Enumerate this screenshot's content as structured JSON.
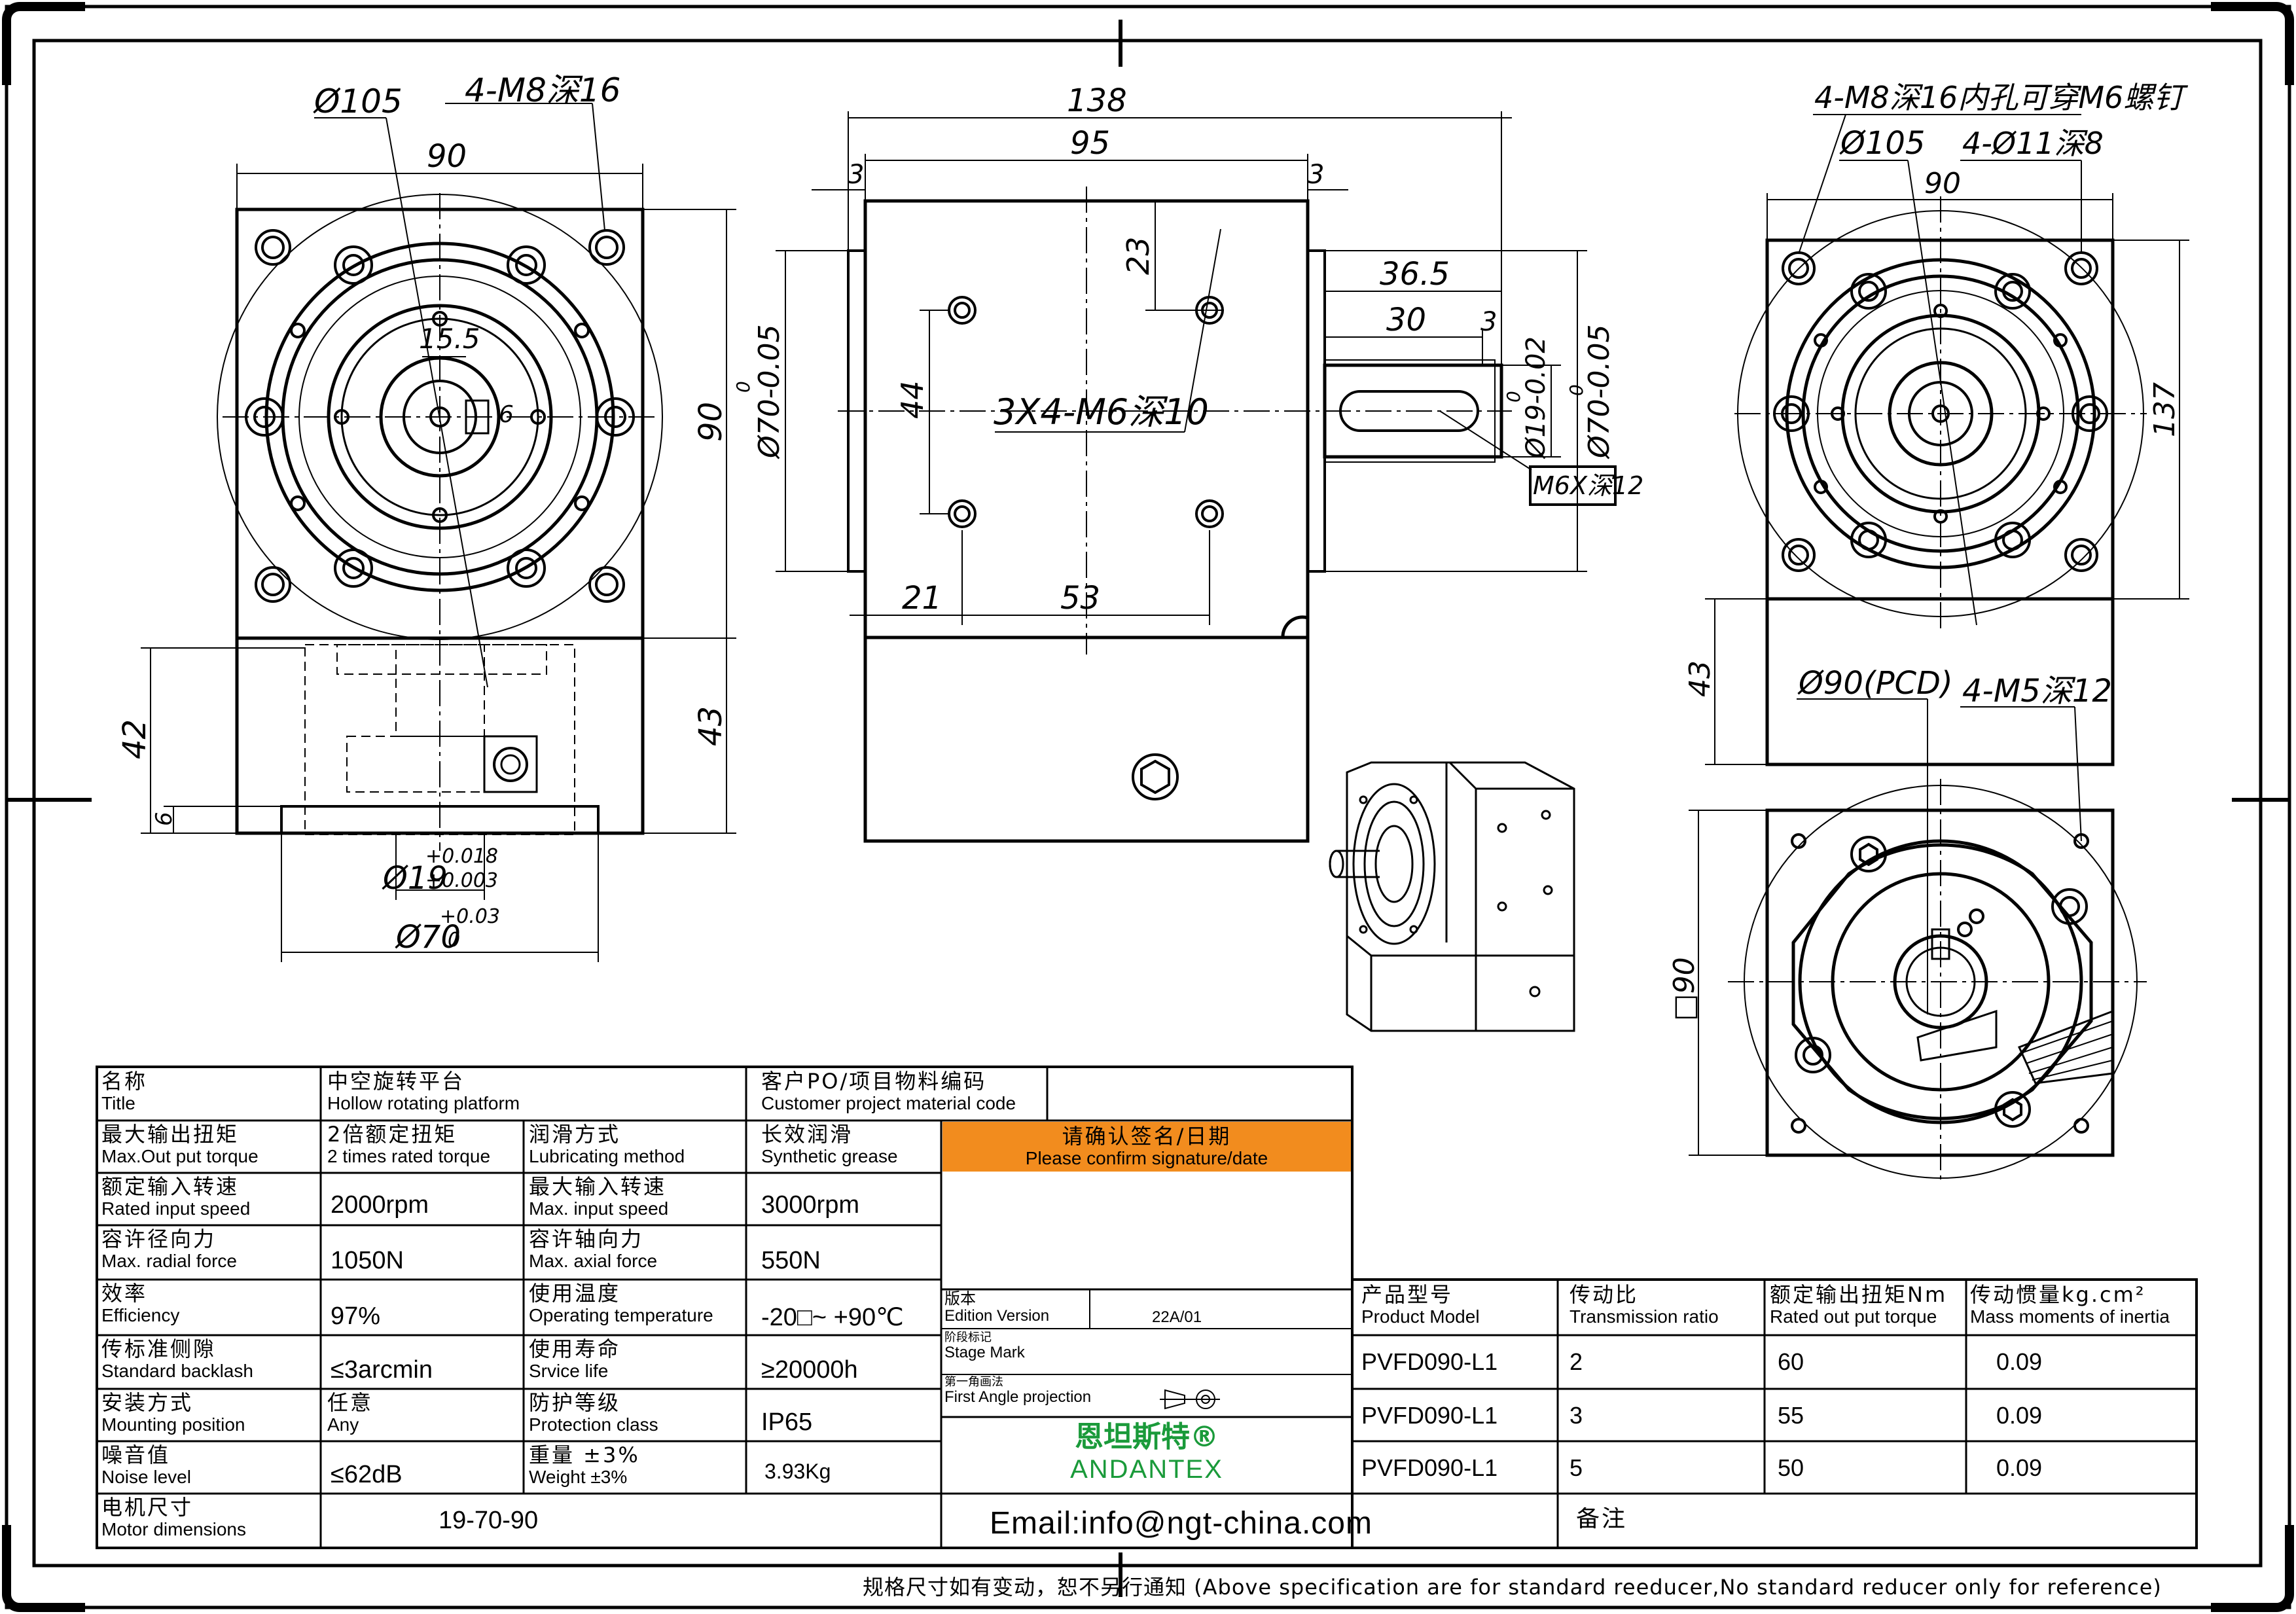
{
  "colors": {
    "confirm_bg": "#f28c1e",
    "logo": "#1a9a3a",
    "line": "#000000"
  },
  "dims": {
    "front": {
      "d105": "Ø105",
      "holes_top": "4-M8深16",
      "w90": "90",
      "w15_5": "15.5",
      "w6": "6",
      "h90": "90",
      "h43": "43",
      "h42": "42",
      "h6": "6",
      "d19": "Ø19",
      "d19_tol_hi": "+0.018",
      "d19_tol_lo": "+0.003",
      "d70": "Ø70",
      "d70_tol_hi": "+0.03",
      "d70_tol_lo": "0"
    },
    "side": {
      "w138": "138",
      "w95": "95",
      "w3a": "3",
      "w3b": "3",
      "h23": "23",
      "h44": "44",
      "holes_side": "3X4-M6深10",
      "w36_5": "36.5",
      "w30": "30",
      "w3c": "3",
      "d70_left": "Ø70-0.05",
      "d70_left_sup": "0",
      "d19_shaft": "Ø19-0.02",
      "d19_shaft_sup": "0",
      "d70_right": "Ø70-0.05",
      "d70_right_sup": "0",
      "key": "M6X深12",
      "w21": "21",
      "w53": "53"
    },
    "right": {
      "top_note": "4-M8深16内孔可穿M6螺钉",
      "d105": "Ø105",
      "holes_11": "4-Ø11深8",
      "w90": "90",
      "h137": "137",
      "h43": "43",
      "pcd": "Ø90(PCD)",
      "m5": "4-M5深12",
      "sq90": "□90"
    }
  },
  "table": {
    "title": {
      "cn": "名称",
      "en": "Title"
    },
    "title_val": {
      "cn": "中空旋转平台",
      "en": "Hollow rotating platform"
    },
    "customer": {
      "cn": "客户PO/项目物料编码",
      "en": "Customer project material code"
    },
    "confirm": {
      "cn": "请确认签名/日期",
      "en": "Please confirm signature/date"
    },
    "torque": {
      "cn": "最大输出扭矩",
      "en": "Max.Out put torque",
      "val_cn": "2倍额定扭矩",
      "val_en": "2 times rated torque"
    },
    "lube": {
      "cn": "润滑方式",
      "en": "Lubricating method",
      "val_cn": "长效润滑",
      "val_en": "Synthetic grease"
    },
    "rated_speed": {
      "cn": "额定输入转速",
      "en": "Rated input speed",
      "val": "2000rpm"
    },
    "max_speed": {
      "cn": "最大输入转速",
      "en": "Max. input speed",
      "val": "3000rpm"
    },
    "radial": {
      "cn": "容许径向力",
      "en": "Max. radial force",
      "val": "1050N"
    },
    "axial": {
      "cn": "容许轴向力",
      "en": "Max. axial force",
      "val": "550N"
    },
    "efficiency": {
      "cn": "效率",
      "en": "Efficiency",
      "val": "97%"
    },
    "temperature": {
      "cn": "使用温度",
      "en": "Operating temperature",
      "val": "-20□~ +90℃"
    },
    "backlash": {
      "cn": "传标准侧隙",
      "en": "Standard backlash",
      "val": "≤3arcmin"
    },
    "life": {
      "cn": "使用寿命",
      "en": "Srvice life",
      "val": "≥20000h"
    },
    "mounting": {
      "cn": "安装方式",
      "en": "Mounting position",
      "val_cn": "任意",
      "val_en": "Any"
    },
    "protection": {
      "cn": "防护等级",
      "en": "Protection class",
      "val": "IP65"
    },
    "noise": {
      "cn": "噪音值",
      "en": "Noise level",
      "val": "≤62dB"
    },
    "weight": {
      "cn": "重量 ±3%",
      "en": "Weight ±3%",
      "val": "3.93Kg"
    },
    "motor": {
      "cn": "电机尺寸",
      "en": "Motor dimensions",
      "val": "19-70-90"
    },
    "edition": {
      "cn": "版本",
      "en": "Edition Version",
      "val": "22A/01"
    },
    "stage": {
      "cn": "阶段标记",
      "en": "Stage Mark"
    },
    "projection": {
      "cn": "第一角画法",
      "en": "First Angle projection"
    },
    "logo_cn": "恩坦斯特®",
    "logo_en": "ANDANTEX",
    "email": "Email:info@ngt-china.com",
    "remark": "备注",
    "model_headers": [
      {
        "cn": "产品型号",
        "en": "Product Model"
      },
      {
        "cn": "传动比",
        "en": "Transmission ratio"
      },
      {
        "cn": "额定输出扭矩Nm",
        "en": "Rated out put torque"
      },
      {
        "cn": "传动惯量kg.cm²",
        "en": "Mass moments of inertia"
      }
    ],
    "model_rows": [
      {
        "model": "PVFD090-L1",
        "ratio": "2",
        "torque": "60",
        "inertia": "0.09"
      },
      {
        "model": "PVFD090-L1",
        "ratio": "3",
        "torque": "55",
        "inertia": "0.09"
      },
      {
        "model": "PVFD090-L1",
        "ratio": "5",
        "torque": "50",
        "inertia": "0.09"
      }
    ]
  },
  "footer": "规格尺寸如有变动，恕不另行通知   (Above specification are for standard reeducer,No standard reducer only for reference)"
}
